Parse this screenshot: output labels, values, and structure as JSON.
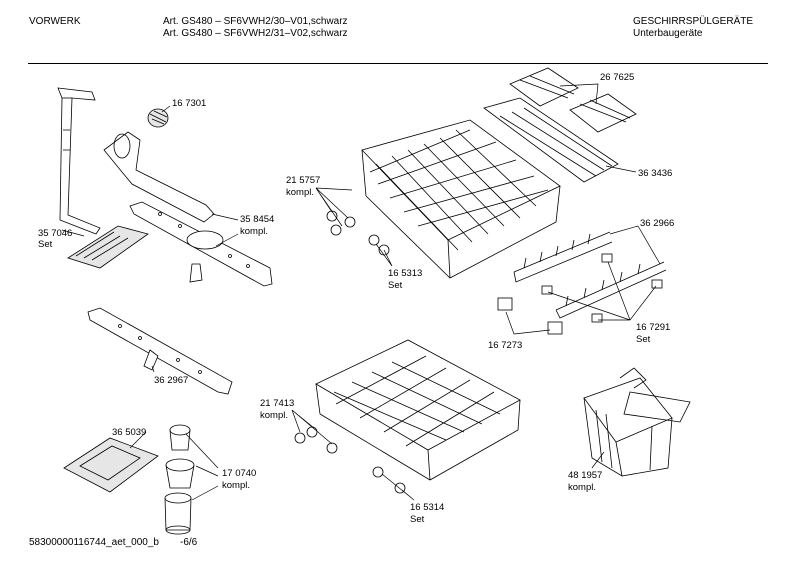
{
  "header": {
    "brand": "VORWERK",
    "article_line1": "Art. GS480 – SF6VWH2/30–V01,schwarz",
    "article_line2": "Art. GS480 – SF6VWH2/31–V02,schwarz",
    "category": "GESCHIRRSPÜLGERÄTE",
    "subcategory": "Unterbaugeräte"
  },
  "parts": {
    "p167301": {
      "number": "16 7301"
    },
    "p357046": {
      "number": "35 7046",
      "note": "Set"
    },
    "p358454": {
      "number": "35 8454",
      "note": "kompl."
    },
    "p362967": {
      "number": "36 2967"
    },
    "p365039": {
      "number": "36 5039"
    },
    "p170740": {
      "number": "17 0740",
      "note": "kompl."
    },
    "p215757": {
      "number": "21 5757",
      "note": "kompl."
    },
    "p165313": {
      "number": "16 5313",
      "note": "Set"
    },
    "p267625": {
      "number": "26 7625"
    },
    "p363436": {
      "number": "36 3436"
    },
    "p362966": {
      "number": "36 2966"
    },
    "p167273": {
      "number": "16 7273"
    },
    "p167291": {
      "number": "16 7291",
      "note": "Set"
    },
    "p217413": {
      "number": "21 7413",
      "note": "kompl."
    },
    "p165314": {
      "number": "16 5314",
      "note": "Set"
    },
    "p481957": {
      "number": "48 1957",
      "note": "kompl."
    }
  },
  "footer": {
    "code": "58300000116744_aet_000_b",
    "page": "-6/6"
  },
  "colors": {
    "ink": "#000000",
    "paper": "#ffffff",
    "fill": "#e6e6e6"
  }
}
